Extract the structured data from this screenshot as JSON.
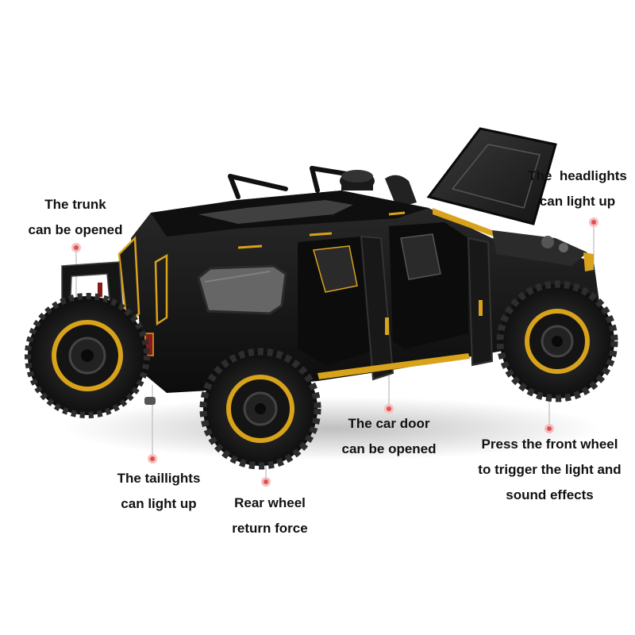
{
  "callouts": {
    "trunk": {
      "line1": "The trunk",
      "line2": "can be opened"
    },
    "headlights": {
      "line1": "The  headlights",
      "line2": "can light up"
    },
    "taillights": {
      "line1": "The taillights",
      "line2": "can light up"
    },
    "rear_wheel": {
      "line1": "Rear wheel",
      "line2": "return force"
    },
    "car_door": {
      "line1": "The car door",
      "line2": "can be opened"
    },
    "front_wheel": {
      "line1": "Press the front wheel",
      "line2": "to trigger the light and",
      "line3": "sound effects"
    }
  },
  "colors": {
    "body": "#141414",
    "trim_gold": "#d9a21b",
    "tire": "#1b1b1b",
    "marker": "#e05050",
    "leader": "#c8c8c8"
  }
}
